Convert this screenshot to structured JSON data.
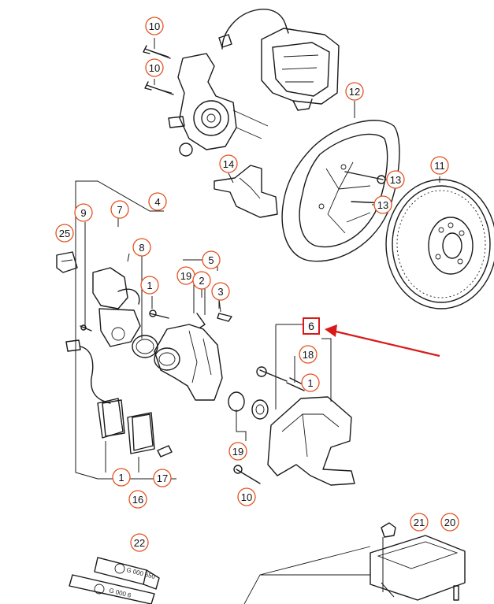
{
  "diagram": {
    "callouts": [
      {
        "id": "c10a",
        "label": "10"
      },
      {
        "id": "c10b",
        "label": "10"
      },
      {
        "id": "c12",
        "label": "12"
      },
      {
        "id": "c14",
        "label": "14"
      },
      {
        "id": "c13a",
        "label": "13"
      },
      {
        "id": "c13b",
        "label": "13"
      },
      {
        "id": "c11",
        "label": "11"
      },
      {
        "id": "c4",
        "label": "4"
      },
      {
        "id": "c7",
        "label": "7"
      },
      {
        "id": "c9",
        "label": "9"
      },
      {
        "id": "c25",
        "label": "25"
      },
      {
        "id": "c8",
        "label": "8"
      },
      {
        "id": "c5",
        "label": "5"
      },
      {
        "id": "c19a",
        "label": "19"
      },
      {
        "id": "c2",
        "label": "2"
      },
      {
        "id": "c1a",
        "label": "1"
      },
      {
        "id": "c3",
        "label": "3"
      },
      {
        "id": "c18",
        "label": "18"
      },
      {
        "id": "c1b",
        "label": "1"
      },
      {
        "id": "c19b",
        "label": "19"
      },
      {
        "id": "c1c",
        "label": "1"
      },
      {
        "id": "c17",
        "label": "17"
      },
      {
        "id": "c16",
        "label": "16"
      },
      {
        "id": "c10c",
        "label": "10"
      },
      {
        "id": "c21",
        "label": "21"
      },
      {
        "id": "c20",
        "label": "20"
      },
      {
        "id": "c22",
        "label": "22"
      }
    ],
    "highlighted": {
      "label": "6"
    },
    "tube_labels": [
      "G 000 650",
      "G 000 6"
    ]
  }
}
